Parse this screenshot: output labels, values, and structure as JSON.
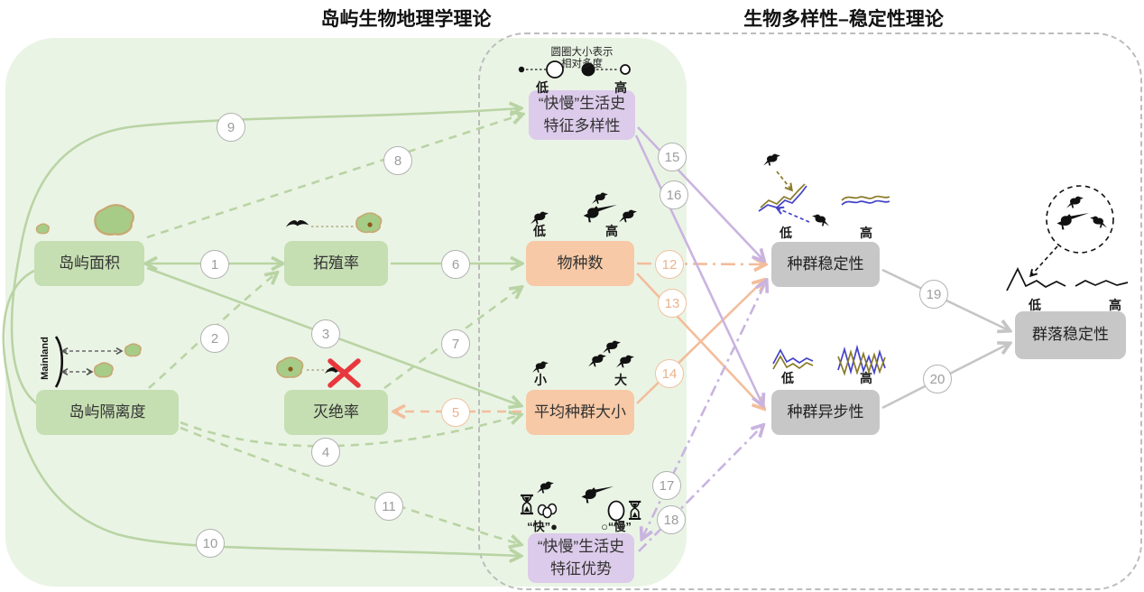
{
  "titles": {
    "left": "岛屿生物地理学理论",
    "right": "生物多样性–稳定性理论"
  },
  "legend": {
    "line1": "圆圈大小表示",
    "line2": "相对多度",
    "low": "低",
    "high": "高"
  },
  "mainland_label": "Mainland",
  "boxes": {
    "island_area": {
      "label": "岛屿面积"
    },
    "island_isolation": {
      "label": "岛屿隔离度"
    },
    "colonization_rate": {
      "label": "拓殖率"
    },
    "extinction_rate": {
      "label": "灭绝率"
    },
    "species_richness": {
      "label": "物种数",
      "low": "低",
      "high": "高"
    },
    "mean_population_size": {
      "label": "平均种群大小",
      "small": "小",
      "large": "大"
    },
    "trait_diversity": {
      "line1": "“快慢”生活史",
      "line2": "特征多样性"
    },
    "trait_dominance": {
      "line1": "“快慢”生活史",
      "line2": "特征优势",
      "fast": "“快”●",
      "slow": "○“慢”"
    },
    "population_stability": {
      "label": "种群稳定性",
      "low": "低",
      "high": "高"
    },
    "population_asynchrony": {
      "label": "种群异步性",
      "low": "低",
      "high": "高"
    },
    "community_stability": {
      "label": "群落稳定性",
      "low": "低",
      "high": "高"
    }
  },
  "edges": [
    {
      "num": "1",
      "from": "岛屿面积",
      "to": "拓殖率",
      "style": "solid",
      "color": "green",
      "bidirectional": true
    },
    {
      "num": "2",
      "from": "岛屿隔离度",
      "to": "拓殖率",
      "style": "dashed",
      "color": "green",
      "bidirectional": false
    },
    {
      "num": "3",
      "from": "岛屿面积",
      "to": "平均种群大小",
      "style": "solid",
      "color": "green",
      "bidirectional": false
    },
    {
      "num": "4",
      "from": "岛屿隔离度",
      "to": "平均种群大小",
      "style": "dashed",
      "color": "green",
      "bidirectional": false
    },
    {
      "num": "5",
      "from": "平均种群大小",
      "to": "灭绝率",
      "style": "dashed",
      "color": "orange",
      "bidirectional": false
    },
    {
      "num": "6",
      "from": "拓殖率",
      "to": "物种数",
      "style": "solid",
      "color": "green",
      "bidirectional": false
    },
    {
      "num": "7",
      "from": "灭绝率",
      "to": "物种数",
      "style": "dashed",
      "color": "green",
      "bidirectional": false
    },
    {
      "num": "8",
      "from": "岛屿面积",
      "to": "“快慢”生活史特征多样性",
      "style": "dashed",
      "color": "green",
      "bidirectional": false
    },
    {
      "num": "9",
      "from": "岛屿隔离度",
      "to": "“快慢”生活史特征多样性",
      "style": "solid",
      "color": "green",
      "bidirectional": false
    },
    {
      "num": "10",
      "from": "岛屿面积",
      "to": "“快慢”生活史特征优势",
      "style": "solid",
      "color": "green",
      "bidirectional": false
    },
    {
      "num": "11",
      "from": "岛屿隔离度",
      "to": "“快慢”生活史特征优势",
      "style": "dashed",
      "color": "green",
      "bidirectional": false
    },
    {
      "num": "12",
      "from": "物种数",
      "to": "种群稳定性",
      "style": "dash-dot",
      "color": "orange",
      "bidirectional": false
    },
    {
      "num": "13",
      "from": "物种数",
      "to": "种群异步性",
      "style": "solid",
      "color": "orange",
      "bidirectional": false
    },
    {
      "num": "14",
      "from": "平均种群大小",
      "to": "种群稳定性",
      "style": "solid",
      "color": "orange",
      "bidirectional": false
    },
    {
      "num": "15",
      "from": "“快慢”生活史特征多样性",
      "to": "种群稳定性",
      "style": "solid",
      "color": "purple",
      "bidirectional": false
    },
    {
      "num": "16",
      "from": "“快慢”生活史特征多样性",
      "to": "种群异步性",
      "style": "solid",
      "color": "purple",
      "bidirectional": false
    },
    {
      "num": "17",
      "from": "“快慢”生活史特征优势",
      "to": "种群稳定性",
      "style": "dash-dot",
      "color": "purple",
      "bidirectional": true
    },
    {
      "num": "18",
      "from": "“快慢”生活史特征优势",
      "to": "种群异步性",
      "style": "dash-dot",
      "color": "purple",
      "bidirectional": false
    },
    {
      "num": "19",
      "from": "种群稳定性",
      "to": "群落稳定性",
      "style": "solid",
      "color": "gray",
      "bidirectional": false
    },
    {
      "num": "20",
      "from": "种群异步性",
      "to": "群落稳定性",
      "style": "solid",
      "color": "gray",
      "bidirectional": false
    }
  ],
  "colors": {
    "panel_green": "#eaf4e5",
    "box_green": "#c5deb2",
    "box_orange": "#f7c9a6",
    "box_purple": "#dccbea",
    "box_gray": "#c7c7c7",
    "arrow_green": "#b9d4a4",
    "arrow_orange": "#f3bd9b",
    "arrow_purple": "#c9b4e0",
    "arrow_gray": "#c5c5c5",
    "line_blue": "#4343c8",
    "line_olive": "#8a7a28",
    "red_x": "#e8383d",
    "island_fill": "#a7cc87",
    "island_outline": "#c8a873"
  }
}
